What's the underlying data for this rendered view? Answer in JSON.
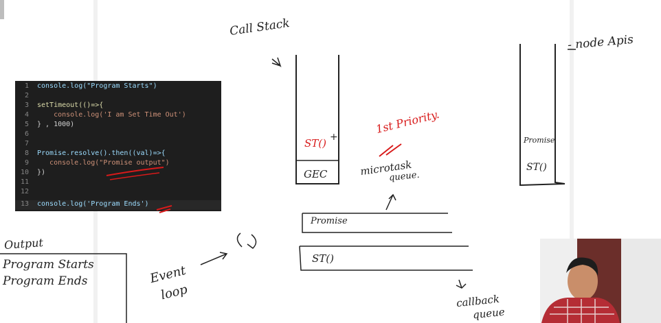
{
  "code": {
    "lines": [
      {
        "num": "1",
        "text": "console.log(\"Program Starts\")"
      },
      {
        "num": "2",
        "text": ""
      },
      {
        "num": "3",
        "text": "setTimeout(()=>{"
      },
      {
        "num": "4",
        "text": "    console.log('I am Set Time Out')"
      },
      {
        "num": "5",
        "text": "} , 1000)"
      },
      {
        "num": "6",
        "text": ""
      },
      {
        "num": "7",
        "text": ""
      },
      {
        "num": "8",
        "text": "Promise.resolve().then((val)=>{"
      },
      {
        "num": "9",
        "text": "   console.log(\"Promise output\")"
      },
      {
        "num": "10",
        "text": "})"
      },
      {
        "num": "11",
        "text": ""
      },
      {
        "num": "12",
        "text": ""
      },
      {
        "num": "13",
        "text": "console.log('Program Ends')"
      }
    ]
  },
  "annotations": {
    "call_stack": "Call Stack",
    "node_apis": "- node Apis",
    "stack_top": "ST()",
    "stack_gec": "GEC",
    "first_priority": "1st Priority.",
    "microtask_queue_line1": "microtask",
    "microtask_queue_line2": "queue.",
    "microtask_item": "Promise",
    "callback_item": "ST()",
    "callback_queue_line1": "callback",
    "callback_queue_line2": "queue",
    "node_promise": "Promise",
    "node_st": "ST()",
    "event_loop_line1": "Event",
    "event_loop_line2": "loop",
    "output_title": "Output",
    "output_line1": "Program Starts",
    "output_line2": "Program Ends"
  },
  "colors": {
    "ink": "#222222",
    "red": "#d81a1a",
    "code_bg": "#1e1e1e"
  }
}
